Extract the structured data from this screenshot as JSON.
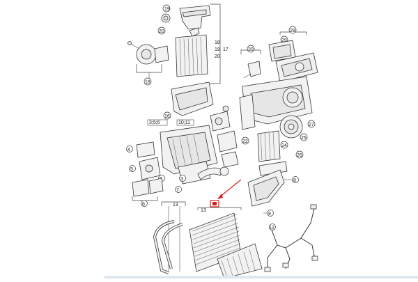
{
  "diagram": {
    "callouts": {
      "c19": "19",
      "c20": "20",
      "c18a": "18",
      "c19b": "19",
      "c17": "17",
      "c20b": "20",
      "c18b": "18",
      "c28": "28",
      "c29": "29",
      "c30": "30",
      "c16": "16",
      "c35": "3;5;6",
      "c1011": "10;11",
      "c27": "27",
      "c25": "25",
      "c24": "24",
      "c26": "26",
      "c22": "22",
      "c4": "4",
      "c5": "5",
      "c2": "2",
      "c3": "3",
      "c7": "7",
      "c6": "6",
      "c13": "13",
      "c8": "8",
      "c9": "9",
      "c12": "12",
      "c13b": "13"
    },
    "highlight_color": "#d62020"
  }
}
